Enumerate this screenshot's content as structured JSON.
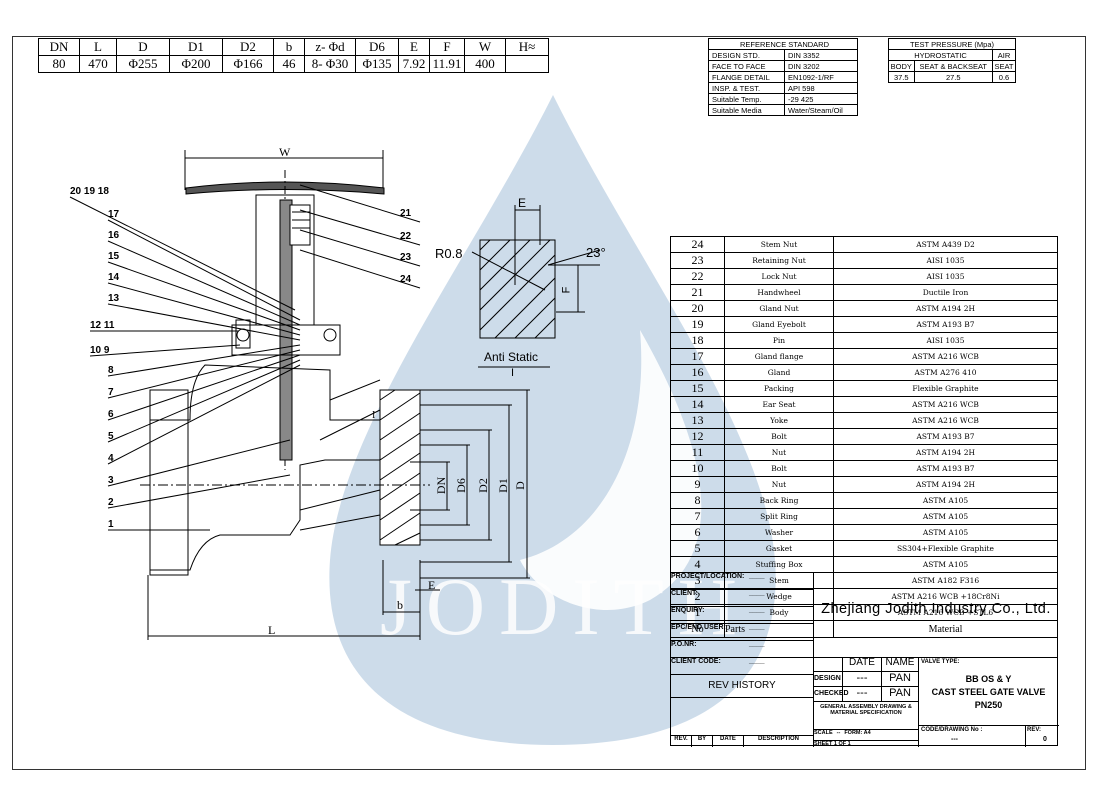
{
  "dims_table": {
    "headers": [
      "DN",
      "L",
      "D",
      "D1",
      "D2",
      "b",
      "z- Φd",
      "D6",
      "E",
      "F",
      "W",
      "H≈"
    ],
    "values": [
      "80",
      "470",
      "Φ255",
      "Φ200",
      "Φ166",
      "46",
      "8- Φ30",
      "Φ135",
      "7.92",
      "11.91",
      "400",
      ""
    ]
  },
  "reference": {
    "title": "REFERENCE STANDARD",
    "rows": [
      [
        "DESIGN STD.",
        "DIN 3352"
      ],
      [
        "FACE TO FACE",
        "DIN 3202"
      ],
      [
        "FLANGE DETAIL",
        "EN1092-1/RF"
      ],
      [
        "INSP. & TEST.",
        "API 598"
      ],
      [
        "Suitable Temp.",
        "-29   425"
      ],
      [
        "Suitable Media",
        "Water/Steam/Oil"
      ]
    ]
  },
  "test_pressure": {
    "title": "TEST PRESSURE (Mpa)",
    "hydro": "HYDROSTATIC",
    "air": "AIR",
    "cols": [
      "BODY",
      "SEAT & BACKSEAT",
      "SEAT"
    ],
    "vals": [
      "37.5",
      "27.5",
      "0.6"
    ]
  },
  "parts": [
    {
      "no": "24",
      "part": "Stem Nut",
      "material": "ASTM A439 D2"
    },
    {
      "no": "23",
      "part": "Retaining Nut",
      "material": "AISI 1035"
    },
    {
      "no": "22",
      "part": "Lock Nut",
      "material": "AISI 1035"
    },
    {
      "no": "21",
      "part": "Handwheel",
      "material": "Ductile Iron"
    },
    {
      "no": "20",
      "part": "Gland Nut",
      "material": "ASTM A194 2H"
    },
    {
      "no": "19",
      "part": "Gland Eyebolt",
      "material": "ASTM A193 B7"
    },
    {
      "no": "18",
      "part": "Pin",
      "material": "AISI 1035"
    },
    {
      "no": "17",
      "part": "Gland flange",
      "material": "ASTM A216 WCB"
    },
    {
      "no": "16",
      "part": "Gland",
      "material": "ASTM A276 410"
    },
    {
      "no": "15",
      "part": "Packing",
      "material": "Flexible Graphite"
    },
    {
      "no": "14",
      "part": "Ear Seat",
      "material": "ASTM A216 WCB"
    },
    {
      "no": "13",
      "part": "Yoke",
      "material": "ASTM A216 WCB"
    },
    {
      "no": "12",
      "part": "Bolt",
      "material": "ASTM A193 B7"
    },
    {
      "no": "11",
      "part": "Nut",
      "material": "ASTM A194 2H"
    },
    {
      "no": "10",
      "part": "Bolt",
      "material": "ASTM A193 B7"
    },
    {
      "no": "9",
      "part": "Nut",
      "material": "ASTM A194 2H"
    },
    {
      "no": "8",
      "part": "Back Ring",
      "material": "ASTM A105"
    },
    {
      "no": "7",
      "part": "Split Ring",
      "material": "ASTM A105"
    },
    {
      "no": "6",
      "part": "Washer",
      "material": "ASTM A105"
    },
    {
      "no": "5",
      "part": "Gasket",
      "material": "SS304+Flexible Graphite"
    },
    {
      "no": "4",
      "part": "Stuffing Box",
      "material": "ASTM A105"
    },
    {
      "no": "3",
      "part": "Stem",
      "material": "ASTM A182 F316"
    },
    {
      "no": "2",
      "part": "Wedge",
      "material": "ASTM A216 WCB +18Cr8Ni"
    },
    {
      "no": "1",
      "part": "Body",
      "material": "ASTM A216 WCB +STL6"
    }
  ],
  "parts_header": {
    "no": "No",
    "part": "Parts",
    "material": "Material"
  },
  "title_block": {
    "fields": [
      {
        "label": "PROJECT/LOCATION:",
        "value": "____"
      },
      {
        "label": "CLIENT:",
        "value": "____"
      },
      {
        "label": "ENQUIRY:",
        "value": "____"
      },
      {
        "label": "EPC/END USER:",
        "value": "____"
      },
      {
        "label": "P.O.NR:",
        "value": "____"
      },
      {
        "label": "CLIENT CODE:",
        "value": "____"
      }
    ],
    "company": "Zhejiang Jodith Industry Co., Ltd.",
    "rev_history": "REV HISTORY",
    "rev_cols": [
      "REV.",
      "BY",
      "DATE",
      "DESCRIPTION"
    ],
    "date_label": "DATE",
    "name_label": "NAME",
    "design_label": "DESIGN",
    "checked_label": "CHECKED",
    "design_date": "---",
    "design_name": "PAN",
    "checked_date": "---",
    "checked_name": "PAN",
    "doc_type": "GENERAL ASSEMBLY DRAWING & MATERIAL SPECIFICATION",
    "scale_label": "SCALE",
    "scale_value": "--",
    "form_label": "FORM: A4",
    "sheet_label": "SHEET 1 OF 1",
    "valve_type_label": "VALVE TYPE:",
    "valve_type": [
      "BB OS & Y",
      "CAST STEEL GATE VALVE",
      "PN250"
    ],
    "code_label": "CODE/DRAWING No :",
    "code_value": "---",
    "rev_label": "REV:",
    "rev_value": "0"
  },
  "drawing": {
    "balloons": [
      "20 19 18",
      "17",
      "16",
      "15",
      "14",
      "13",
      "12 11",
      "10 9",
      "8",
      "7",
      "6",
      "5",
      "4",
      "3",
      "2",
      "1",
      "21",
      "22",
      "23",
      "24"
    ],
    "dim_labels": {
      "W": "W",
      "L": "L",
      "b": "b",
      "E": "E",
      "DN": "DN",
      "D6": "D6",
      "D2": "D2",
      "D1": "D1",
      "D": "D",
      "I": "I"
    },
    "detail_title": "Anti Static",
    "detail_sub": "I",
    "r08": "R0.8",
    "angle": "23°",
    "E": "E",
    "F": "F"
  },
  "watermark": "JODITH",
  "colors": {
    "watermark": "#9db8d3",
    "line": "#000000"
  }
}
